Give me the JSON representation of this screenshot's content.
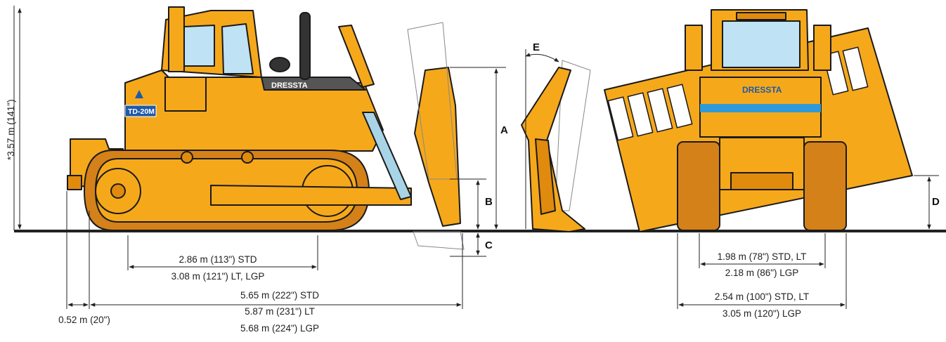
{
  "colors": {
    "body_yellow": "#F6A81B",
    "body_dark": "#E08A0E",
    "outline": "#1a1a1a",
    "track": "#D4811A",
    "stripe": "#2E9BD8",
    "window": "#BFE2F4",
    "ground": "#222222"
  },
  "side_view": {
    "brand": "DRESSTA",
    "model_badge": "TD-20M",
    "height_label": "*3.57 m (141\")",
    "track_length_std": "2.86 m (113\") STD",
    "track_length_lt_lgp": "3.08 m (121\") LT, LGP",
    "overall_length_std": "5.65 m (222\") STD",
    "overall_length_lt": "5.87 m (231\") LT",
    "overall_length_lgp": "5.68 m (224\") LGP",
    "rear_overhang": "0.52 m (20\")"
  },
  "blade_view": {
    "label_a": "A",
    "label_b": "B",
    "label_c": "C",
    "label_e": "E"
  },
  "front_view": {
    "brand": "DRESSTA",
    "label_d": "D",
    "gauge_std_lt": "1.98 m (78\") STD, LT",
    "gauge_lgp": "2.18 m (86\") LGP",
    "width_std_lt": "2.54 m (100\") STD, LT",
    "width_lgp": "3.05 m (120\") LGP"
  }
}
